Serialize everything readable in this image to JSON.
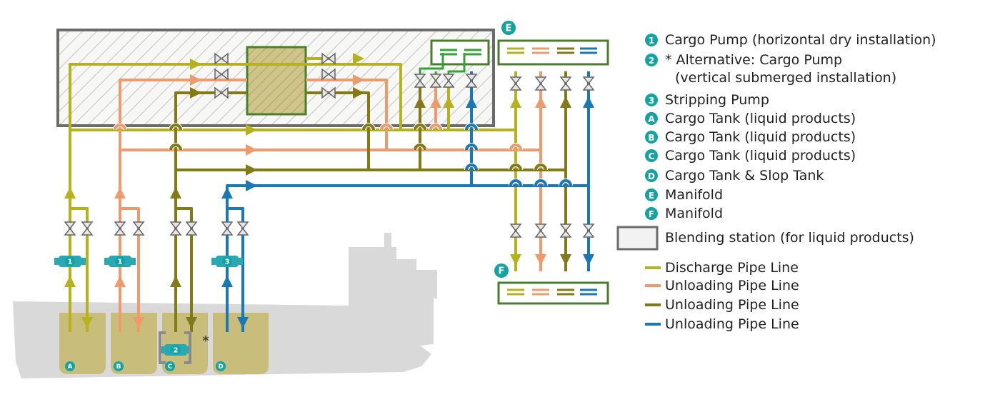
{
  "colors": {
    "discharge": "#b5b21e",
    "unloading_orange": "#ef9a6c",
    "unloading_olive": "#827a17",
    "unloading_blue": "#1a78b4",
    "green_small": "#36a336",
    "frame_green": "#4c7d2c",
    "ship_gray": "#d9d9d9",
    "tank": "#c9bd7c",
    "pump": "#2aa8b4",
    "marker": "#14a3a0",
    "valve_fill": "#e6e6e6",
    "valve_stroke": "#666666",
    "station_border": "#6b6b6b"
  },
  "markers": {
    "pump1": "1",
    "pump2": "2",
    "pump3": "3",
    "tankA": "A",
    "tankB": "B",
    "tankC": "C",
    "tankD": "D",
    "manifoldE": "E",
    "manifoldF": "F"
  },
  "asterisk": "*",
  "legend": {
    "items": [
      {
        "marker": "1",
        "text": "Cargo Pump (horizontal dry installation)"
      },
      {
        "marker": "2",
        "text": "* Alternative: Cargo Pump"
      },
      {
        "marker": "",
        "text": "(vertical submerged installation)"
      },
      {
        "marker": "3",
        "text": "Stripping Pump"
      },
      {
        "marker": "A",
        "text": "Cargo Tank (liquid products)"
      },
      {
        "marker": "B",
        "text": "Cargo Tank (liquid products)"
      },
      {
        "marker": "C",
        "text": "Cargo Tank (liquid products)"
      },
      {
        "marker": "D",
        "text": "Cargo Tank & Slop Tank"
      },
      {
        "marker": "E",
        "text": "Manifold"
      },
      {
        "marker": "F",
        "text": "Manifold"
      }
    ],
    "blending_station": "Blending station (for liquid products)",
    "lines": [
      {
        "color_key": "discharge",
        "text": "Discharge Pipe Line"
      },
      {
        "color_key": "unloading_orange",
        "text": "Unloading Pipe Line"
      },
      {
        "color_key": "unloading_olive",
        "text": "Unloading Pipe Line"
      },
      {
        "color_key": "unloading_blue",
        "text": "Unloading Pipe Line"
      }
    ]
  }
}
